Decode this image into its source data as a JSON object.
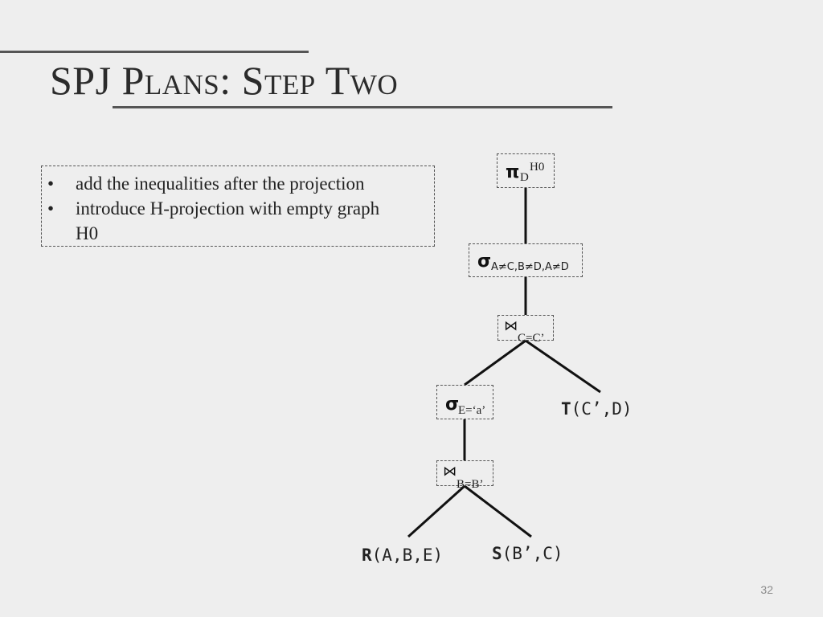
{
  "slide": {
    "title": "SPJ Plans: Step Two",
    "page_number": "32"
  },
  "notes": {
    "bullets": [
      "add the inequalities after the projection",
      "introduce H-projection with empty graph H0"
    ]
  },
  "plan_tree": {
    "projection": {
      "symbol": "π",
      "subscript": "D",
      "superscript": "H0"
    },
    "selection_top": {
      "symbol": "σ",
      "subscript": "A≠C,B≠D,A≠D"
    },
    "join_top": {
      "symbol": "⋈",
      "subscript": "C=C’"
    },
    "selection_e": {
      "symbol": "σ",
      "subscript": "E=‘a’"
    },
    "join_bottom": {
      "symbol": "⋈",
      "subscript": "B=B’"
    },
    "relations": {
      "t": {
        "name": "T",
        "attrs": "(C’,D)"
      },
      "r": {
        "name": "R",
        "attrs": "(A,B,E)"
      },
      "s": {
        "name": "S",
        "attrs": "(B’,C)"
      }
    }
  }
}
